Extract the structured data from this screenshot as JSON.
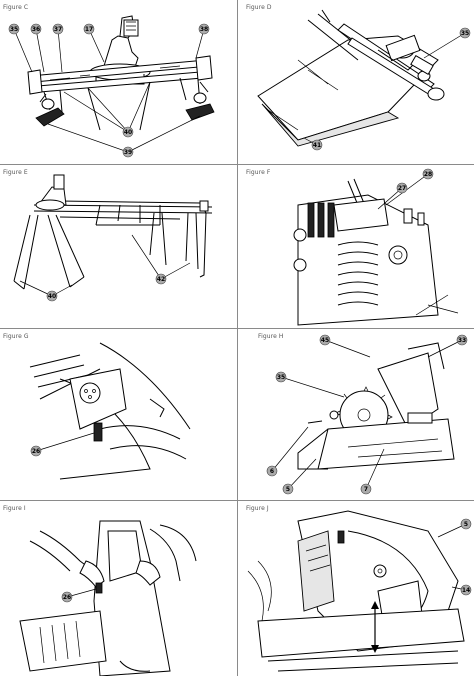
{
  "panels": [
    {
      "id": "C",
      "label": "Figure C",
      "callouts": [
        "35",
        "36",
        "37",
        "17",
        "38",
        "40",
        "39"
      ]
    },
    {
      "id": "D",
      "label": "Figure D",
      "callouts": [
        "35",
        "41"
      ]
    },
    {
      "id": "E",
      "label": "Figure E",
      "callouts": [
        "40",
        "42"
      ]
    },
    {
      "id": "F",
      "label": "Figure F",
      "callouts": [
        "28",
        "27"
      ]
    },
    {
      "id": "G",
      "label": "Figure G",
      "callouts": [
        "26"
      ]
    },
    {
      "id": "H",
      "label": "Figure H",
      "callouts": [
        "45",
        "33",
        "35",
        "6",
        "5",
        "7"
      ]
    },
    {
      "id": "I",
      "label": "Figure I",
      "callouts": [
        "26"
      ]
    },
    {
      "id": "J",
      "label": "Figure J",
      "callouts": [
        "5",
        "14"
      ]
    }
  ]
}
